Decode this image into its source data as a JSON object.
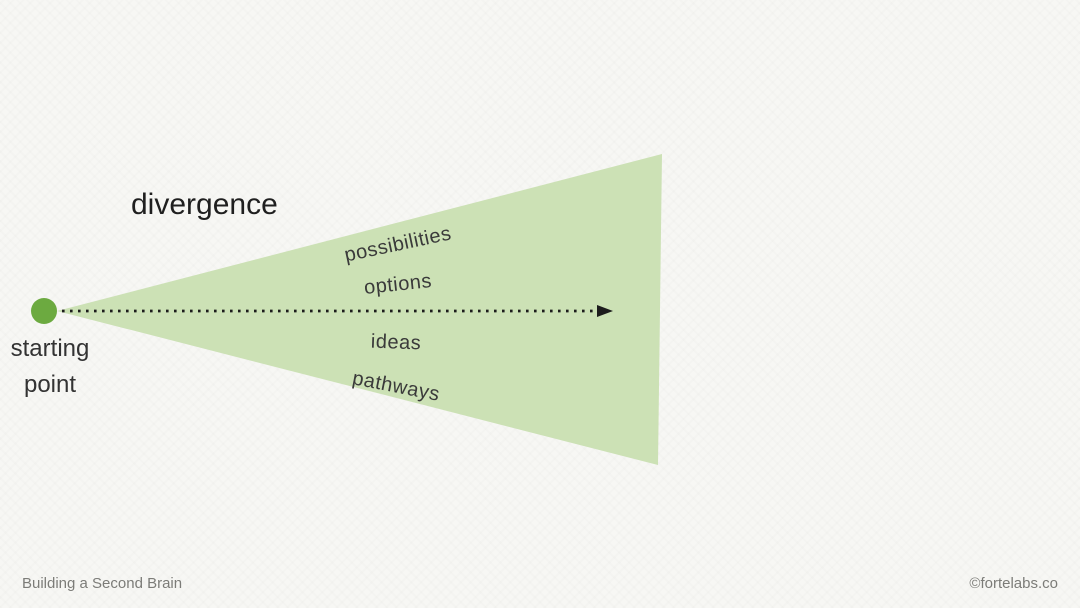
{
  "title": "divergence",
  "start_label": {
    "line1": "starting",
    "line2": "point"
  },
  "cone_labels": [
    {
      "text": "possibilities"
    },
    {
      "text": "options"
    },
    {
      "text": "ideas"
    },
    {
      "text": "pathways"
    }
  ],
  "footer": {
    "left": "Building a Second Brain",
    "right": "©fortelabs.co"
  },
  "colors": {
    "background": "#f7f7f4",
    "cone_fill": "#cce1b5",
    "dot": "#6caa40",
    "ink": "#1c1c1c",
    "label_text": "#3a3a3a",
    "title_text": "#1f1f1f",
    "footer_text": "#7c7c78"
  }
}
